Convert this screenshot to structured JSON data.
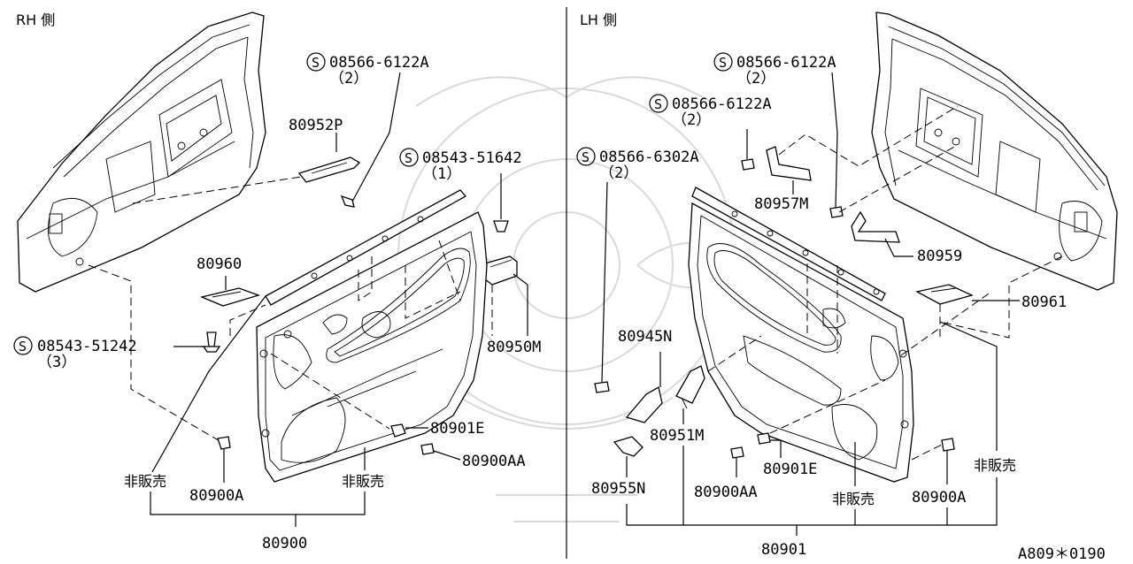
{
  "left_side": {
    "side_label": "RH 側",
    "callouts": {
      "c_08566_a": {
        "part_no": "08566-6122A",
        "qty": "（2）"
      },
      "c_08543_top": {
        "part_no": "08543-51642",
        "qty": "（1）"
      },
      "c_08543_left": {
        "part_no": "08543-51242",
        "qty": "（3）"
      },
      "p_80952p": "80952P",
      "p_80960": "80960",
      "p_80950m": "80950M",
      "p_80901e": "80901E",
      "p_80900aa": "80900AA",
      "p_80900a": "80900A",
      "p_80900": "80900",
      "not_for_sale": "非販売"
    }
  },
  "right_side": {
    "side_label": "LH 側",
    "callouts": {
      "c_08566_a1": {
        "part_no": "08566-6122A",
        "qty": "（2）"
      },
      "c_08566_a2": {
        "part_no": "08566-6122A",
        "qty": "（2）"
      },
      "c_08566_6302": {
        "part_no": "08566-6302A",
        "qty": "（2）"
      },
      "p_80957m": "80957M",
      "p_80959": "80959",
      "p_80961": "80961",
      "p_80945n": "80945N",
      "p_80951m": "80951M",
      "p_80955n": "80955N",
      "p_80900aa": "80900AA",
      "p_80901e": "80901E",
      "p_80900a": "80900A",
      "p_80901": "80901",
      "not_for_sale_1": "非販売",
      "not_for_sale_2": "非販売"
    }
  },
  "s_marker": "S",
  "diagram_code": "A809＊0190"
}
